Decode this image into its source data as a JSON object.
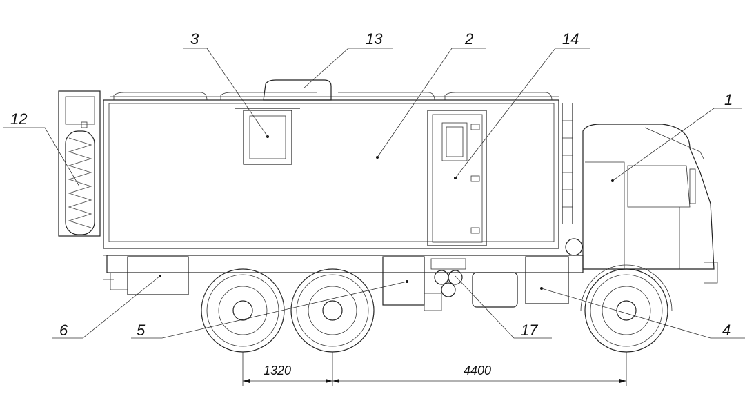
{
  "callouts": [
    {
      "id": "3",
      "text": "3"
    },
    {
      "id": "13",
      "text": "13"
    },
    {
      "id": "2",
      "text": "2"
    },
    {
      "id": "14",
      "text": "14"
    },
    {
      "id": "1",
      "text": "1"
    },
    {
      "id": "12",
      "text": "12"
    },
    {
      "id": "6",
      "text": "6"
    },
    {
      "id": "5",
      "text": "5"
    },
    {
      "id": "17",
      "text": "17"
    },
    {
      "id": "4",
      "text": "4"
    }
  ],
  "dimensions": {
    "rear_axle_spacing": "1320",
    "wheelbase": "4400"
  },
  "colors": {
    "line": "#222222",
    "background": "#ffffff"
  }
}
